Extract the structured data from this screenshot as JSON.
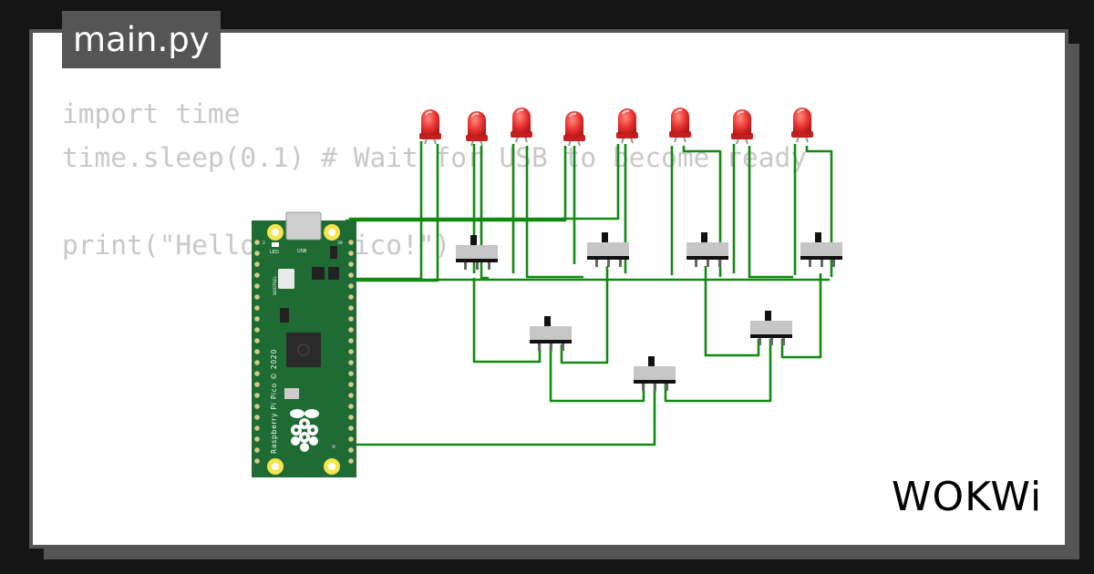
{
  "editor": {
    "tab_label": "main.py",
    "code_lines": [
      "import time",
      "time.sleep(0.1) # Wait for USB to become ready",
      "",
      "print(\"Hello, Pi Pico!\")"
    ]
  },
  "board": {
    "name": "Raspberry Pi Pico",
    "silkscreen_text": "Raspberry Pi Pico © 2020",
    "led_label": "LED",
    "usb_label": "USB",
    "bootsel_label": "BOOTSEL",
    "pin_label_left": "2",
    "pin_label_right": "39"
  },
  "components": {
    "led_count": 8,
    "switch_count": 7,
    "led_color": "#e8322f",
    "wire_color": "#128a12",
    "board_color": "#1e6b34"
  },
  "branding": {
    "logo_text": "WOKWi"
  }
}
